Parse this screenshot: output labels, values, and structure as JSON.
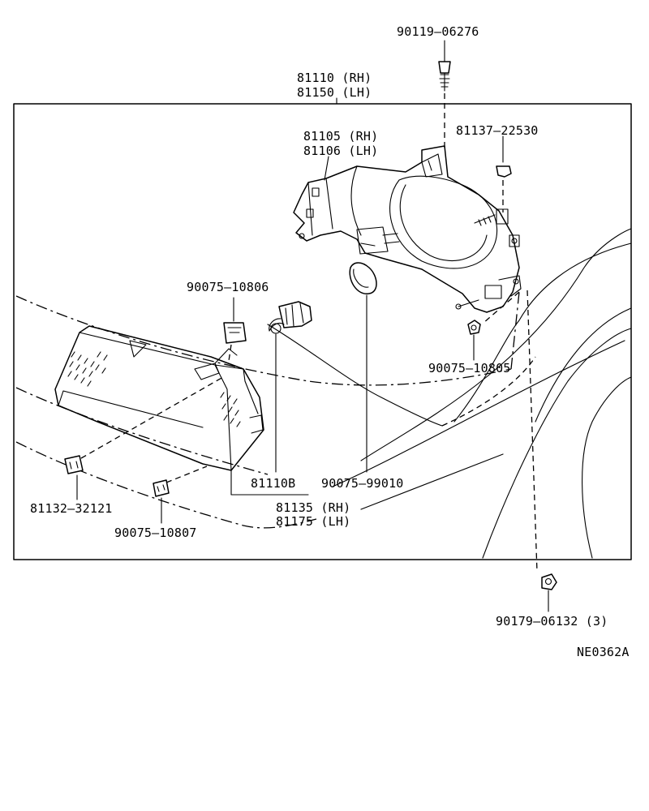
{
  "diagram_code": "NE0362A",
  "parts": {
    "p_90119_06276": "90119–06276",
    "p_81110_rh": "81110 (RH)",
    "p_81150_lh": "81150 (LH)",
    "p_81105_rh": "81105 (RH)",
    "p_81106_lh": "81106 (LH)",
    "p_81137_22530": "81137–22530",
    "p_90075_10806": "90075–10806",
    "p_90075_10805": "90075–10805",
    "p_81110b": "81110B",
    "p_90075_99010": "90075–99010",
    "p_81132_32121": "81132–32121",
    "p_81135_rh": "81135 (RH)",
    "p_81175_lh": "81175 (LH)",
    "p_90075_10807": "90075–10807",
    "p_90179_06132": "90179–06132 (3)"
  }
}
